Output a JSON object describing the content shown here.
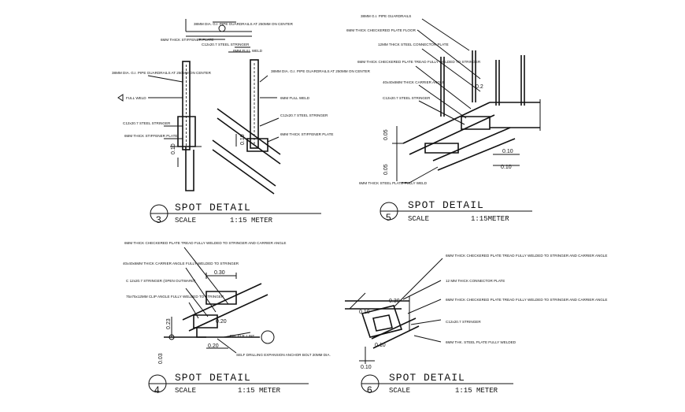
{
  "details": [
    {
      "number": "3",
      "title": "SPOT DETAIL",
      "scale_label": "SCALE",
      "scale_value": "1:15 METER",
      "notes": [
        "38MM DIA. G.I. PIPE GUARDRAILS AT 250MM ON CENTER",
        "C12x20.7 STEEL STRINGER",
        "6MM FULL WELD",
        "6MM THICK STIFFENER PLATE",
        "38MM DIA. G.I. PIPE GUARDRAILS AT 250MM ON CENTER",
        "FULL WELD",
        "C12x20.7 STEEL STRINGER",
        "6MM THICK STIFFENER PLATE",
        "38MM DIA. G.I. PIPE GUARDRAILS AT 250MM ON CENTER",
        "6MM FULL WELD",
        "C12x20.7 STEEL STRINGER",
        "6MM THICK STIFFENER PLATE"
      ],
      "dims": [
        "0.10",
        "0.10"
      ]
    },
    {
      "number": "5",
      "title": "SPOT DETAIL",
      "scale_label": "SCALE",
      "scale_value": "1:15METER",
      "notes": [
        "38MM G.I. PIPE GUARDRAILS",
        "6MM THICK CHECKERED PLATE FLOOR",
        "12MM THICK STEEL CONNECTOR PLATE",
        "6MM THICK CHECKERED PLATE TREAD FULLY WELDED TO STRINGER",
        "40x40x6MM THICK CARRIER ANGLE",
        "C12x20.7 STEEL STRINGER",
        "6MM THICK STEEL PLATE FULLY WELD"
      ],
      "dims": [
        "0.2",
        "0.05",
        "0.05",
        "0.10",
        "0.10"
      ]
    },
    {
      "number": "4",
      "title": "SPOT DETAIL",
      "scale_label": "SCALE",
      "scale_value": "1:15 METER",
      "notes": [
        "6MM THICK CHECKERED PLATE TREAD FULLY WELDED TO STRINGER AND CARRIER ANGLE",
        "40x40x6MM THICK CARRIER ANGLE FULLY WELDED TO STRINGER",
        "C 12x20.7 STRINGER (OPEN OUTWARD)",
        "75x75x12MM CLIP ANGLE FULLY WELDED TO STRINGER",
        "FIN. FLR. LINE",
        "SELF DRILLING EXPANSION ANCHOR BOLT 20MM DIA."
      ],
      "dims": [
        "0.30",
        "0.20",
        "0.23",
        "0.20",
        "0.03"
      ]
    },
    {
      "number": "6",
      "title": "SPOT DETAIL",
      "scale_label": "SCALE",
      "scale_value": "1:15 METER",
      "notes": [
        "6MM THICK CHECKERED PLATE TREAD FULLY WELDED TO STRINGER AND CARRIER ANGLE",
        "12 MM THICK CONNECTOR PLATE",
        "6MM THICK CHECKERED PLATE TREAD FULLY WELDED TO STRINGER AND CARRIER ANGLE",
        "C12x20.7 STRINGER",
        "6MM THK. STEEL PLATE FULLY WELDED"
      ],
      "dims": [
        "0.30",
        "0.10",
        "0.10",
        "0.10"
      ]
    }
  ]
}
